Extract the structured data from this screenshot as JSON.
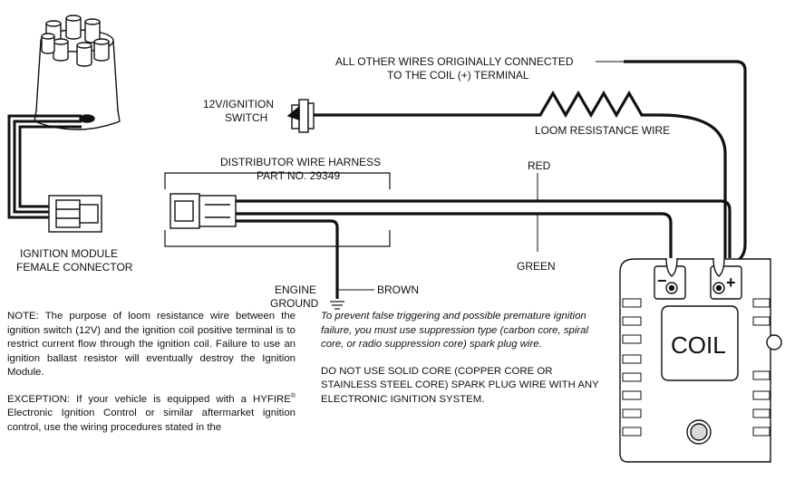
{
  "labels": {
    "all_other_wires_1": "ALL OTHER WIRES ORIGINALLY CONNECTED",
    "all_other_wires_2": "TO THE COIL (+) TERMINAL",
    "switch_1": "12V/IGNITION",
    "switch_2": "SWITCH",
    "loom": "LOOM RESISTANCE WIRE",
    "harness_1": "DISTRIBUTOR WIRE HARNESS",
    "harness_2": "PART NO. 29349",
    "red": "RED",
    "green": "GREEN",
    "brown": "BROWN",
    "engine_1": "ENGINE",
    "engine_2": "GROUND",
    "module_1": "IGNITION MODULE",
    "module_2": "FEMALE CONNECTOR",
    "coil": "COIL",
    "coil_minus": "−",
    "coil_plus": "+"
  },
  "note": {
    "paragraph1": "NOTE: The purpose of loom resistance wire between the ignition switch (12V) and the ignition coil positive terminal is to restrict current flow through the ignition coil. Failure to use an ignition ballast resistor will eventually destroy the Ignition Module.",
    "paragraph2_a": "EXCEPTION: If your vehicle is equipped with a HYFIRE",
    "paragraph2_reg": "®",
    "paragraph2_b": " Electronic Ignition Control or similar aftermarket ignition control, use the wiring procedures stated in the"
  },
  "warning": {
    "paragraph1": "To prevent false triggering and possible premature ignition failure, you must use suppression type (carbon core, spiral core, or radio suppression core) spark plug wire.",
    "paragraph2": "DO NOT USE SOLID CORE (COPPER CORE OR STAINLESS STEEL CORE) SPARK PLUG WIRE WITH ANY ELECTRONIC IGNITION SYSTEM."
  },
  "colors": {
    "ink": "#111111",
    "background": "#ffffff"
  }
}
